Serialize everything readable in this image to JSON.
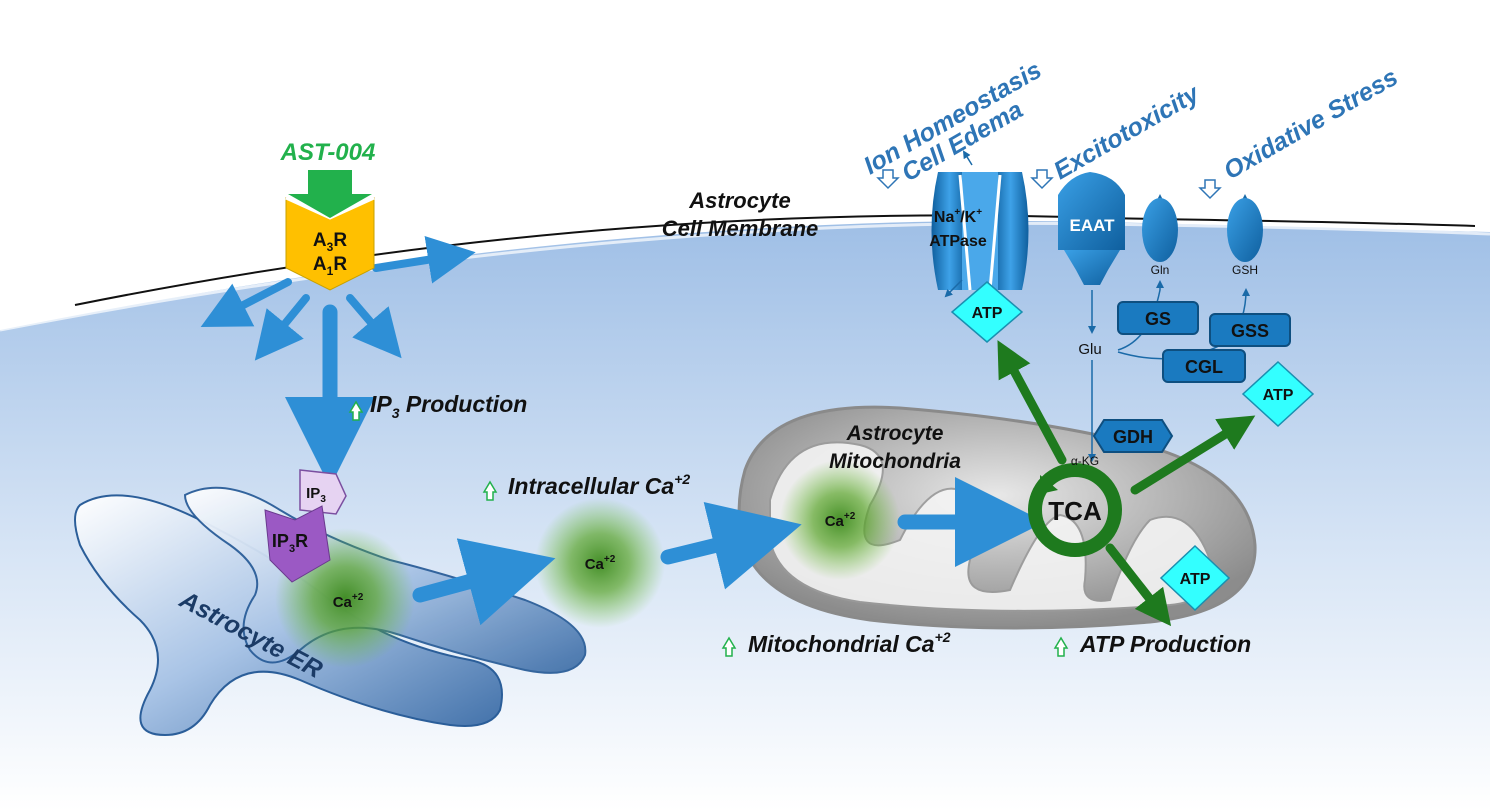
{
  "drug": {
    "name": "AST-004",
    "color": "#22b14c"
  },
  "receptor": {
    "line1": "A",
    "sub1": "3",
    "suffix1": "R",
    "line2": "A",
    "sub2": "1",
    "suffix2": "R"
  },
  "membrane_label": {
    "line1": "Astrocyte",
    "line2": "Cell Membrane"
  },
  "outcomes": {
    "ion": {
      "line1": "Ion Homeostasis",
      "line2": "Cell Edema"
    },
    "excito": "Excitotoxicity",
    "oxidative": "Oxidative Stress",
    "color": "#2e75b6"
  },
  "transporters": {
    "pump_line1_a": "Na",
    "pump_sup_a": "+",
    "pump_mid": "/K",
    "pump_sup_b": "+",
    "pump_line2": "ATPase",
    "eaat": "EAAT",
    "gln": "Gln",
    "gsh": "GSH"
  },
  "enzymes": {
    "gs": "GS",
    "gss": "GSS",
    "cgl": "CGL",
    "gdh": "GDH"
  },
  "metabolites": {
    "glu": "Glu",
    "akg": "α-KG",
    "tca": "TCA"
  },
  "atp_label": "ATP",
  "ip3": {
    "label": "IP",
    "sub": "3"
  },
  "ip3r": {
    "label": "IP",
    "sub": "3",
    "suffix": "R"
  },
  "ip3_production": {
    "label": "IP",
    "sub": "3",
    "suffix": " Production"
  },
  "ca": {
    "label": "Ca",
    "sup": "+2"
  },
  "intracellular": {
    "label": "Intracellular Ca",
    "sup": "+2"
  },
  "mito_label": {
    "line1": "Astrocyte",
    "line2": "Mitochondria"
  },
  "mito_ca": {
    "label": "Mitochondrial Ca",
    "sup": "+2"
  },
  "atp_production": "ATP Production",
  "er_label": "Astrocyte ER",
  "colors": {
    "arrow_blue": "#2e8fd6",
    "tca_green": "#1e7a1e",
    "up_arrow": "#22b14c",
    "atp_cyan": "#33ffff",
    "transporter": "#1a7ac0",
    "receptor_yellow": "#ffc000",
    "ip3r_purple": "#9b59c4"
  }
}
